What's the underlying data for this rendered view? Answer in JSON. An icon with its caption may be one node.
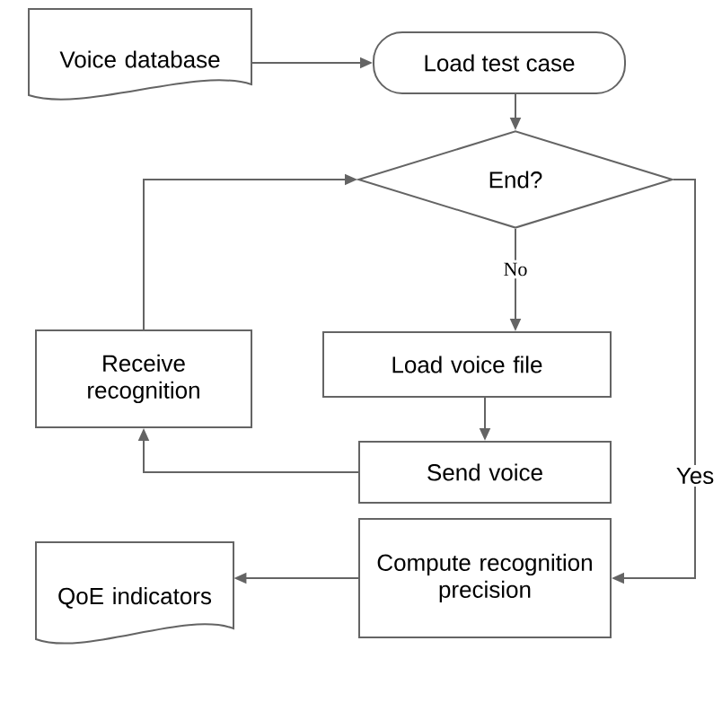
{
  "diagram": {
    "nodes": [
      {
        "text": [
          "Voice database"
        ]
      },
      {
        "text": [
          "Load test case"
        ]
      },
      {
        "text": [
          "End?"
        ]
      },
      {
        "text": [
          "Receive recognition"
        ]
      },
      {
        "text": [
          "Load voice file"
        ]
      },
      {
        "text": [
          "Send voice"
        ]
      },
      {
        "text": [
          "QoE indicators"
        ]
      },
      {
        "text": [
          "Compute recognition precision"
        ]
      }
    ],
    "edges": [
      {
        "from": 0,
        "to": 1,
        "arrow": "to"
      },
      {
        "from": 1,
        "to": 2,
        "arrow": "to"
      },
      {
        "from": 2,
        "to": 4,
        "arrow": "to",
        "label": "No"
      },
      {
        "from": 4,
        "to": 5,
        "arrow": "to"
      },
      {
        "from": 5,
        "to": 3,
        "arrow": "to"
      },
      {
        "from": 3,
        "to": 2,
        "arrow": "to"
      },
      {
        "from": 2,
        "to": 7,
        "arrow": "to",
        "label": "Yes"
      },
      {
        "from": 7,
        "to": 6,
        "arrow": "to"
      }
    ]
  }
}
